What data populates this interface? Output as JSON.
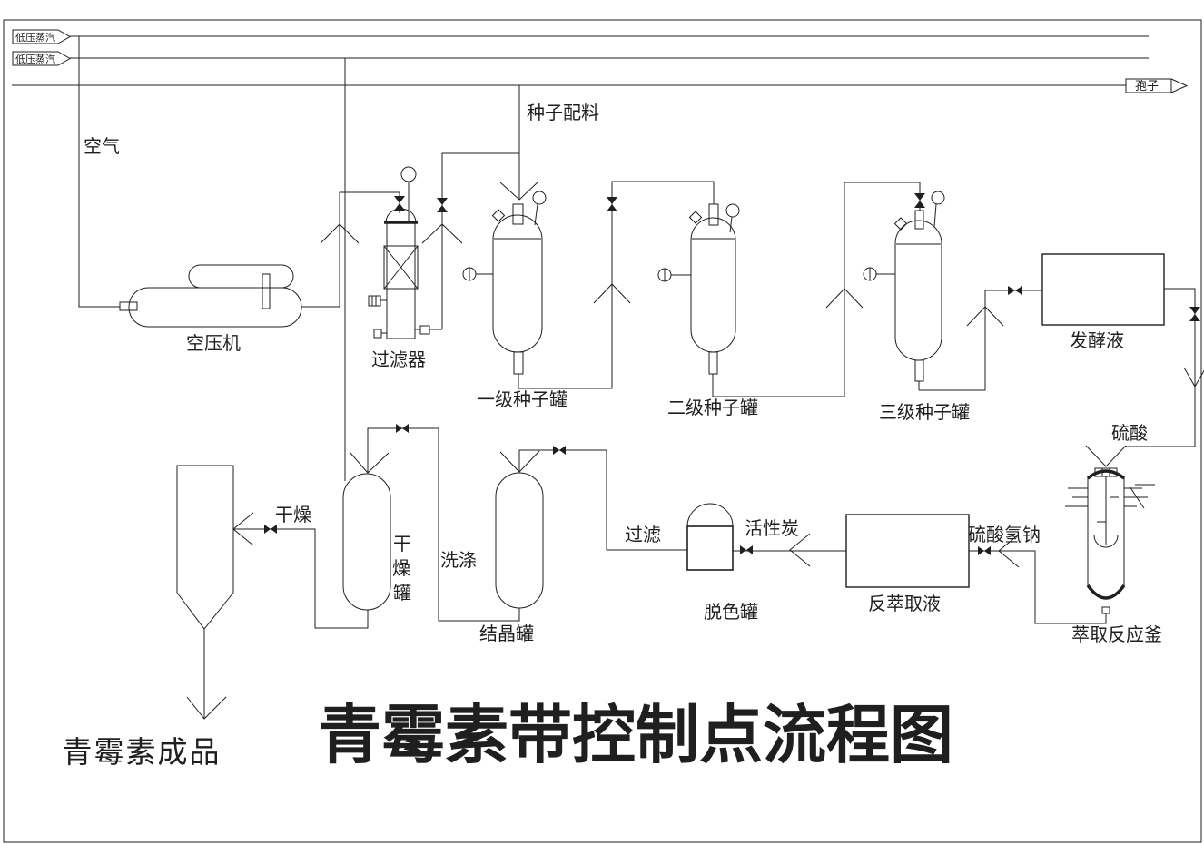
{
  "title": "青霉素带控制点流程图",
  "colors": {
    "ink": "#1f1f1f",
    "background": "#ffffff"
  },
  "flags": {
    "steam_1": "低压蒸汽",
    "steam_2": "低压蒸汽",
    "spore": "孢子"
  },
  "streams": {
    "air": "空气",
    "seed_feed": "种子配料",
    "sulfuric_acid": "硫酸",
    "sodium_bisulfate": "硫酸氢钠",
    "activated_carbon": "活性炭",
    "filtration": "过滤",
    "washing": "洗涤",
    "drying": "干燥",
    "product": "青霉素成品"
  },
  "equipment": {
    "compressor": "空压机",
    "air_filter": "过滤器",
    "seed_tank_1": "一级种子罐",
    "seed_tank_2": "二级种子罐",
    "seed_tank_3": "三级种子罐",
    "fermentation_broth": "发酵液",
    "extraction_reactor": "萃取反应釜",
    "back_extraction_liquid": "反萃取液",
    "decolorization_tank": "脱色罐",
    "crystallization_tank": "结晶罐",
    "drying_tank_chars": [
      "干",
      "燥",
      "罐"
    ]
  }
}
